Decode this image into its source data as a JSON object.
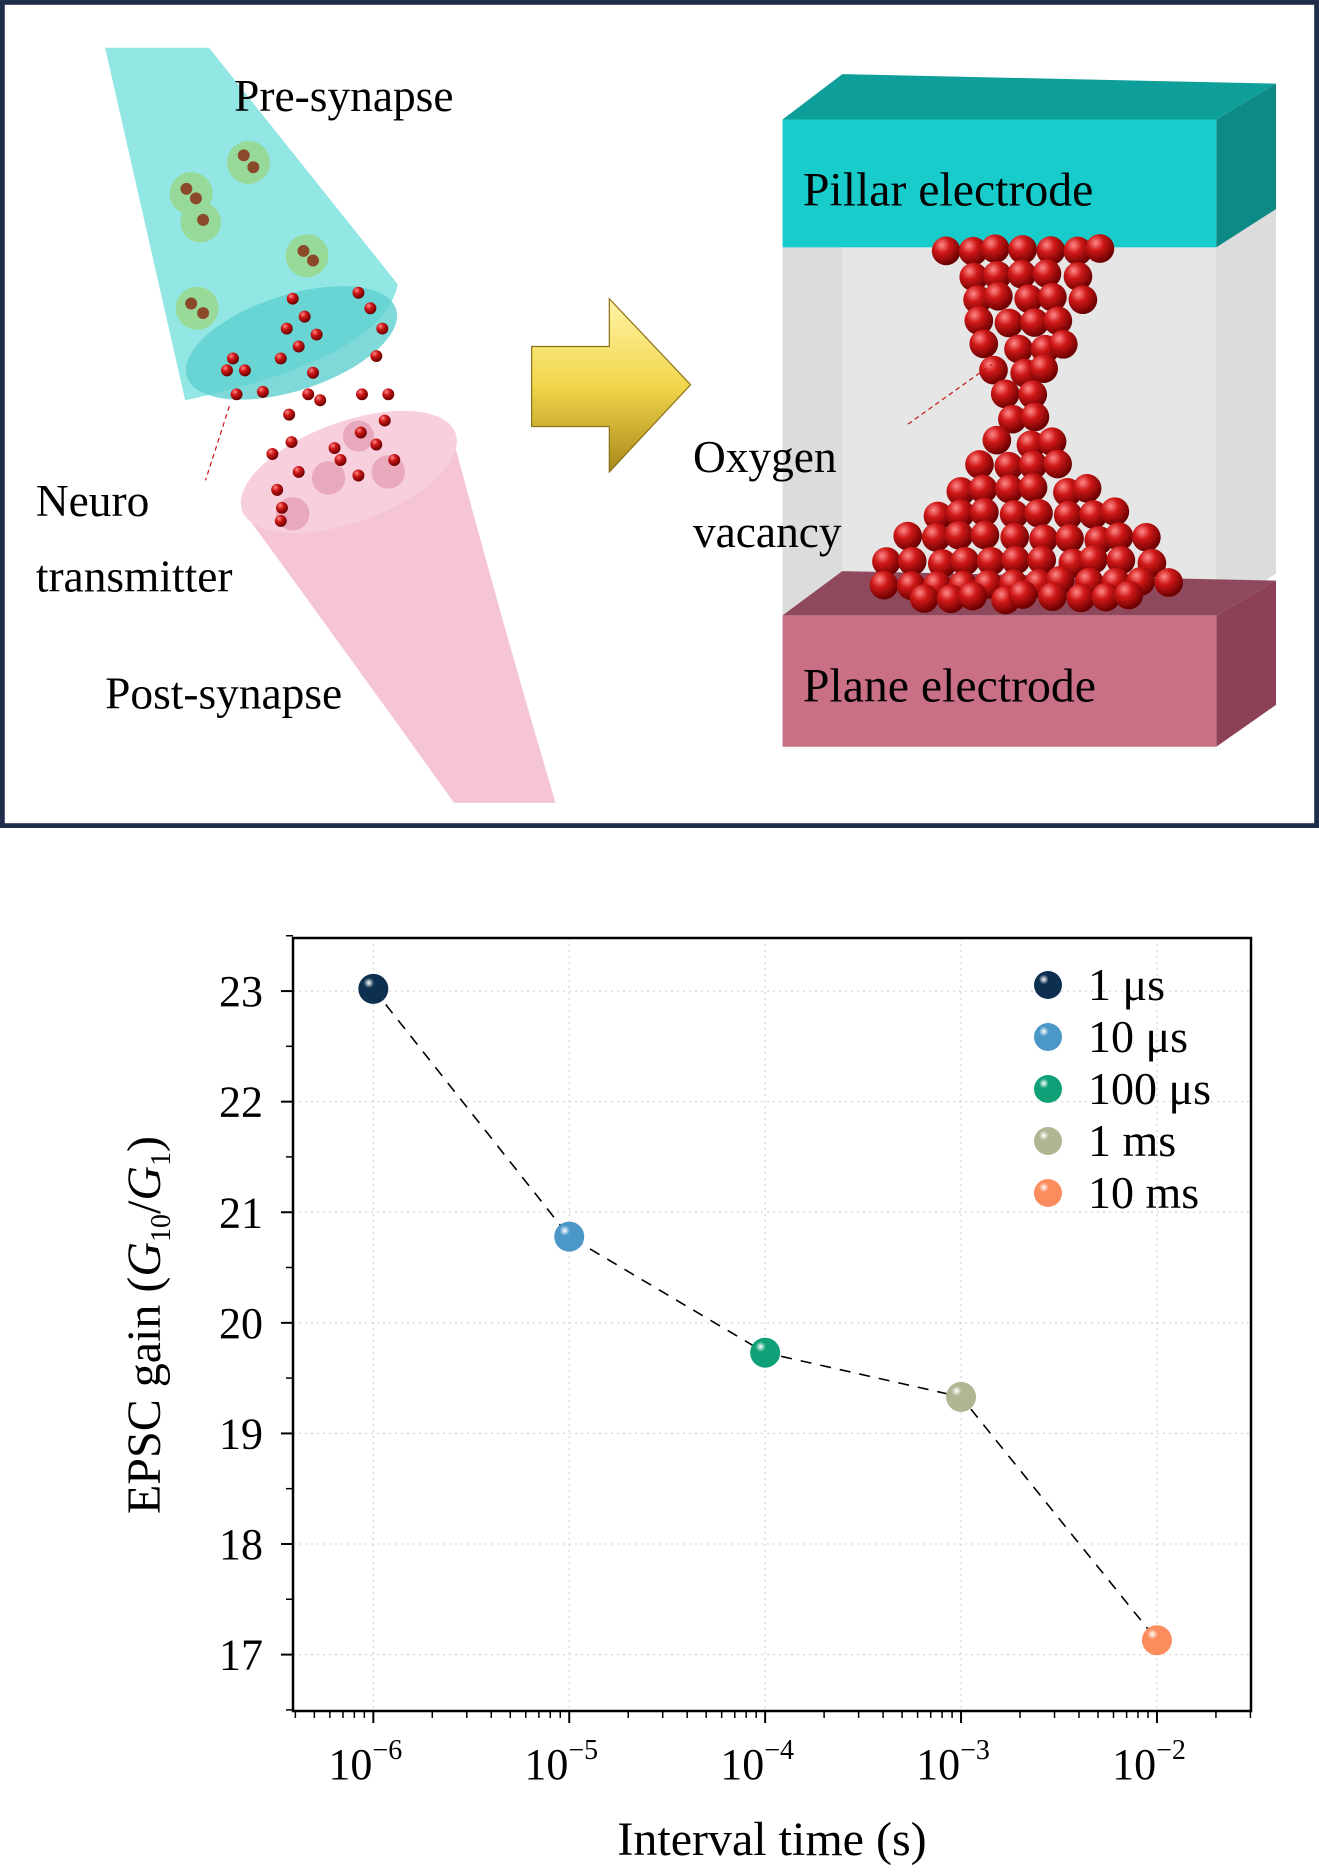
{
  "diagram": {
    "pre_synapse": "Pre-synapse",
    "post_synapse": "Post-synapse",
    "neuro_line1": "Neuro",
    "neuro_line2": "transmitter",
    "pillar_electrode": "Pillar electrode",
    "oxygen_line1": "Oxygen",
    "oxygen_line2": "vacancy",
    "plane_electrode": "Plane electrode",
    "colors": {
      "border": "#1f2d4a",
      "pre": "#7fe3e0",
      "post": "#f4bfd0",
      "pillar": "#19cccc",
      "plane": "#c96f86",
      "sphere": "#c81414",
      "arrow": "#f2d64b"
    }
  },
  "chart_data": {
    "type": "scatter",
    "title": "",
    "xlabel": "Interval time (s)",
    "ylabel_prefix": "EPSC gain (",
    "ylabel_g": "G",
    "ylabel_sub10": "10",
    "ylabel_slash": "/",
    "ylabel_sub1": "1",
    "ylabel_suffix": ")",
    "xscale": "log",
    "xlim_log10": [
      -6.41,
      -1.52
    ],
    "ylim": [
      16.49,
      23.48
    ],
    "grid": true,
    "legend_position": "top-right",
    "xticks": [
      {
        "base": "10",
        "exp": "−6",
        "v": -6
      },
      {
        "base": "10",
        "exp": "−5",
        "v": -5
      },
      {
        "base": "10",
        "exp": "−4",
        "v": -4
      },
      {
        "base": "10",
        "exp": "−3",
        "v": -3
      },
      {
        "base": "10",
        "exp": "−2",
        "v": -2
      }
    ],
    "yticks": [
      "17",
      "18",
      "19",
      "20",
      "21",
      "22",
      "23"
    ],
    "series": [
      {
        "name": "1 μs",
        "x": 1e-06,
        "y": 23.02,
        "color": "#0d3050"
      },
      {
        "name": "10 μs",
        "x": 1e-05,
        "y": 20.78,
        "color": "#4a97c8"
      },
      {
        "name": "100 μs",
        "x": 0.0001,
        "y": 19.73,
        "color": "#10a078"
      },
      {
        "name": "1 ms",
        "x": 0.001,
        "y": 19.33,
        "color": "#b0b592"
      },
      {
        "name": "10 ms",
        "x": 0.01,
        "y": 17.13,
        "color": "#fb8c5e"
      }
    ]
  }
}
